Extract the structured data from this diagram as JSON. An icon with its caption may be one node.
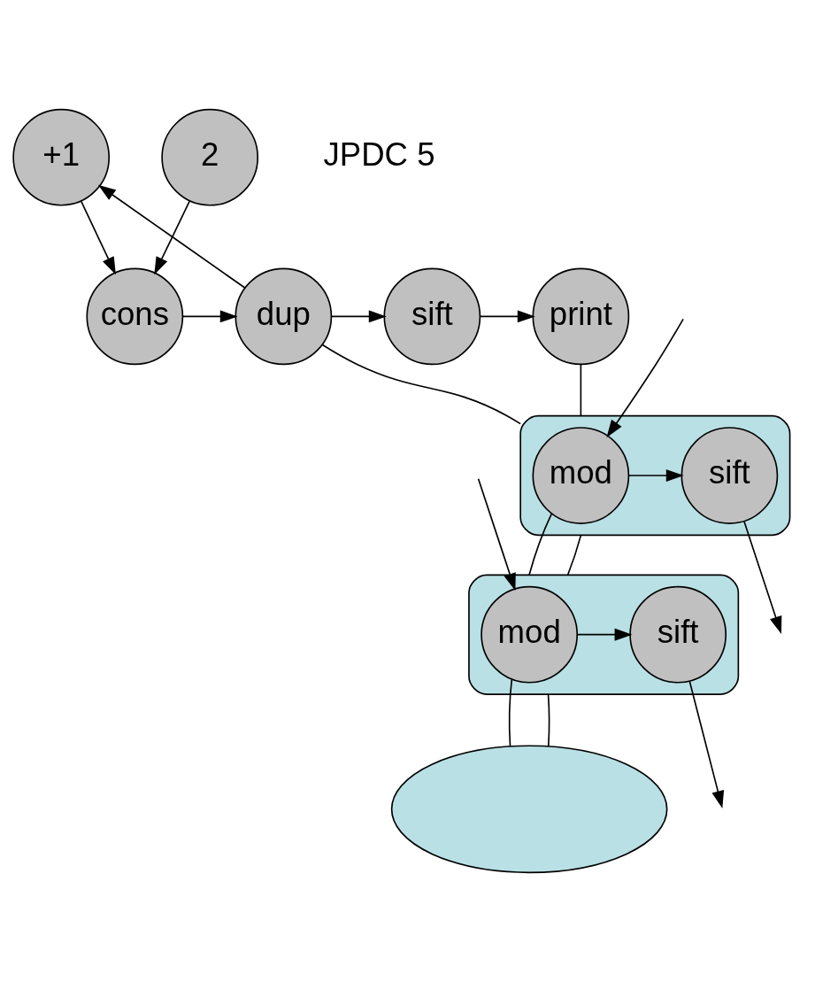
{
  "diagram": {
    "nodes": [
      {
        "text": [
          "+1"
        ]
      },
      {
        "text": [
          "cons"
        ]
      },
      {
        "text": [
          "dup"
        ]
      },
      {
        "text": [
          "sift"
        ]
      },
      {
        "text": [
          "print"
        ]
      },
      {
        "text": [
          "2"
        ]
      },
      {
        "text": [],
        "shape": "ellipse"
      },
      {
        "text": [
          "mod"
        ],
        "in": 6
      },
      {
        "text": [
          "sift"
        ],
        "in": 6
      },
      {
        "text": [],
        "shape": "ellipse"
      },
      {
        "text": [
          "mod"
        ],
        "in": 9
      },
      {
        "text": [
          "sift"
        ],
        "in": 9
      },
      {
        "text": [],
        "shape": "ellipse"
      }
    ],
    "edges": [
      {
        "from": 2,
        "to": 0,
        "arrow": "to"
      },
      {
        "from": 0,
        "to": 1,
        "arrow": "to"
      },
      {
        "from": 5,
        "to": 1,
        "arrow": "to"
      },
      {
        "from": 1,
        "to": 2,
        "arrow": "to"
      },
      {
        "from": 2,
        "to": 3,
        "arrow": "to"
      },
      {
        "from": 3,
        "to": 4,
        "arrow": "to"
      },
      {
        "from": null,
        "to": 7,
        "arrow": "to"
      },
      {
        "from": 7,
        "to": 8,
        "arrow": "to"
      },
      {
        "from": 8,
        "to": null,
        "arrow": "to"
      },
      {
        "from": null,
        "to": 10,
        "arrow": "to"
      },
      {
        "from": 10,
        "to": 11,
        "arrow": "to"
      },
      {
        "from": 11,
        "to": null,
        "arrow": "to"
      },
      {
        "from": 2,
        "to": 6,
        "arrow": "none"
      },
      {
        "from": 4,
        "to": 6,
        "arrow": "none"
      },
      {
        "from": 7,
        "to": 9,
        "arrow": "none"
      },
      {
        "from": 6,
        "to": 9,
        "arrow": "none"
      },
      {
        "from": 10,
        "to": 12,
        "arrow": "none"
      },
      {
        "from": 9,
        "to": 12,
        "arrow": "none"
      }
    ],
    "labels": [
      "JPDC 5"
    ]
  }
}
